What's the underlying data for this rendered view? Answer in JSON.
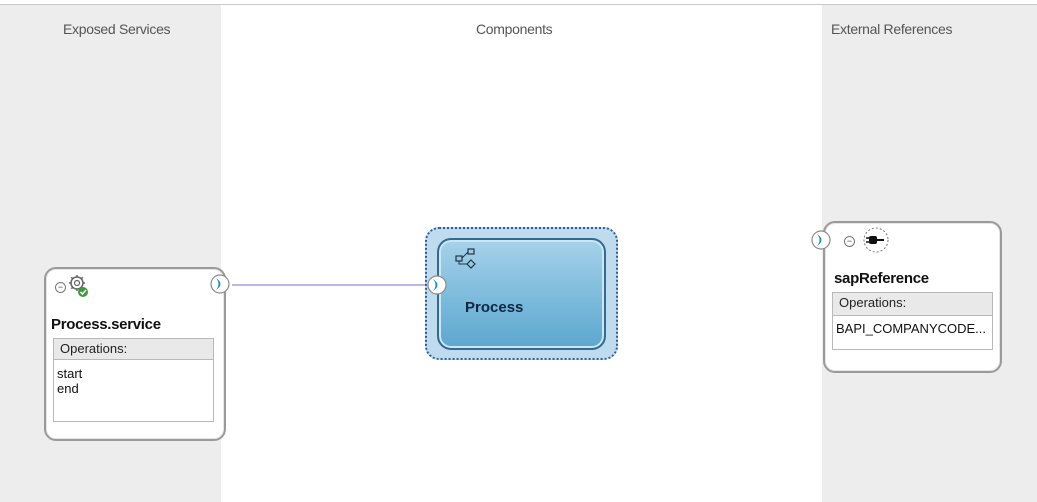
{
  "lanes": {
    "exposed_services": "Exposed Services",
    "components": "Components",
    "external_references": "External References"
  },
  "service": {
    "title": "Process.service",
    "operations_header": "Operations:",
    "operations": [
      "start",
      "end"
    ]
  },
  "component": {
    "label": "Process"
  },
  "reference": {
    "title": "sapReference",
    "operations_header": "Operations:",
    "operations": [
      "BAPI_COMPANYCODE..."
    ]
  },
  "icons": {
    "service": "gear-service-icon",
    "component": "bpel-process-icon",
    "reference": "adapter-plug-icon",
    "port": "port-arrow-icon"
  },
  "colors": {
    "lane_background": "#ededed",
    "wire": "#b9b7e6",
    "component_fill": "#78b8da",
    "component_selection": "#2f5f9f",
    "port": "#1b8fb3"
  }
}
